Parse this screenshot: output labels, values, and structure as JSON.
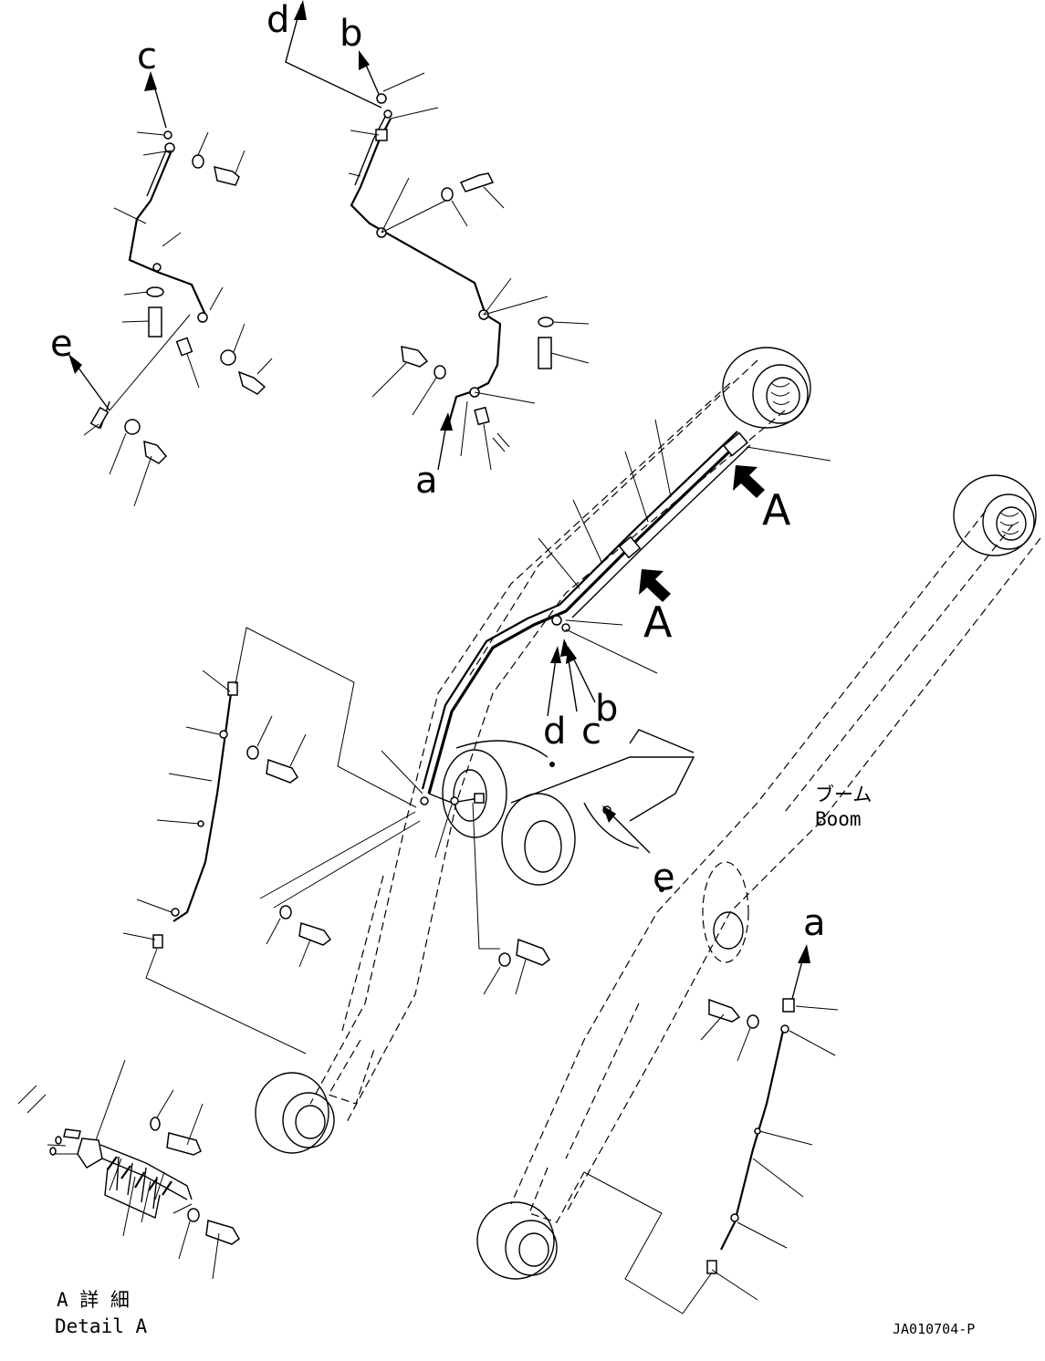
{
  "callouts": {
    "a_top": "a",
    "b_top": "b",
    "c_top": "c",
    "d_top": "d",
    "e_left": "e",
    "a_right": "a",
    "b_mid": "b",
    "c_mid": "c",
    "d_mid": "d",
    "e_mid": "e",
    "A_upper": "A",
    "A_lower": "A"
  },
  "boom_label": {
    "jp": "ブーム",
    "en": "Boom"
  },
  "detail_label": {
    "jp": "A 詳 細",
    "en": "Detail A"
  },
  "drawing_code": "JA010704-P"
}
